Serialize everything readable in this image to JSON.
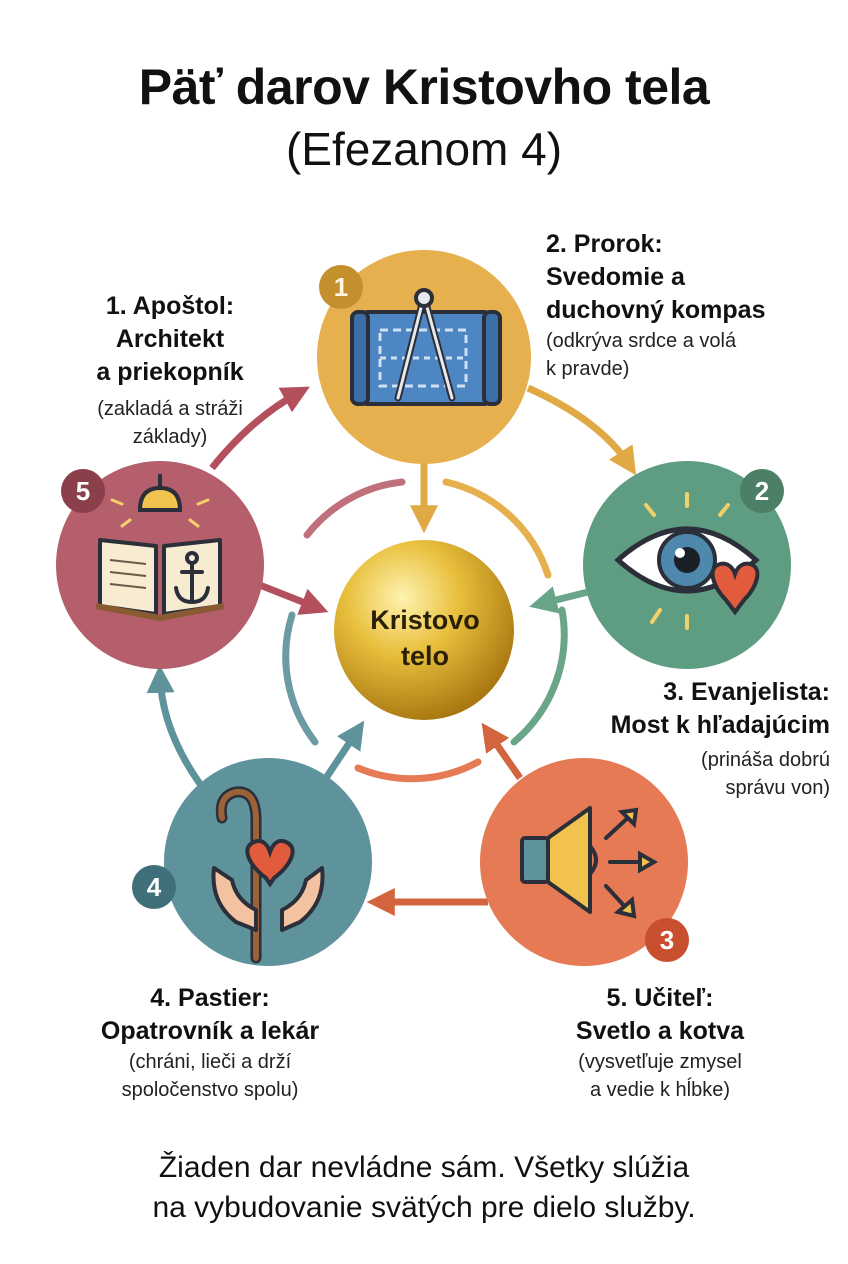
{
  "title": "Päť darov Kristovho tela",
  "subtitle": "(Efezanom 4)",
  "center": {
    "line1": "Kristovo",
    "line2": "telo"
  },
  "gifts": [
    {
      "heading": [
        "1. Apoštol:",
        "Architekt",
        "a priekopník"
      ],
      "desc": [
        "(zakladá a stráži",
        "základy)"
      ]
    },
    {
      "heading": [
        "2. Prorok:",
        "Svedomie a",
        "duchovný kompas"
      ],
      "desc": [
        "(odkrýva srdce a volá",
        "k pravde)"
      ]
    },
    {
      "heading": [
        "3. Evanjelista:",
        "Most k hľadajúcim"
      ],
      "desc": [
        "(prináša dobrú",
        "správu von)"
      ]
    },
    {
      "heading": [
        "4. Pastier:",
        "Opatrovník a lekár"
      ],
      "desc": [
        "(chráni, lieči a drží",
        "spoločenstvo spolu)"
      ]
    },
    {
      "heading": [
        "5. Učiteľ:",
        "Svetlo a kotva"
      ],
      "desc": [
        "(vysvetľuje zmysel",
        "a vedie k hĺbke)"
      ]
    }
  ],
  "badges": [
    "1",
    "2",
    "3",
    "4",
    "5"
  ],
  "icons": [
    "blueprint-compass-icon",
    "eye-heart-icon",
    "megaphone-arrows-icon",
    "shepherd-hands-heart-icon",
    "lamp-book-anchor-icon"
  ],
  "colors": {
    "apostle": "#e6b04e",
    "prophet": "#5f9d82",
    "evangelist": "#e57a54",
    "shepherd": "#5f939c",
    "teacher": "#b45f6b",
    "center": "#e2b634"
  },
  "footer": [
    "Žiaden dar nevládne sám. Všetky slúžia",
    "na vybudovanie svätých pre dielo služby."
  ]
}
